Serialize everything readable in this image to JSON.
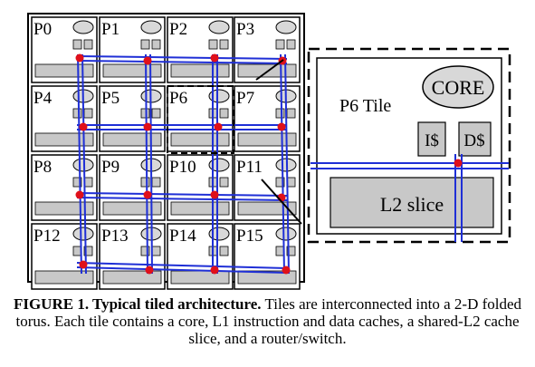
{
  "tiles": [
    "P0",
    "P1",
    "P2",
    "P3",
    "P4",
    "P5",
    "P6",
    "P7",
    "P8",
    "P9",
    "P10",
    "P11",
    "P12",
    "P13",
    "P14",
    "P15"
  ],
  "zoom": {
    "title": "P6 Tile",
    "core": "CORE",
    "icache": "I$",
    "dcache": "D$",
    "l2": "L2 slice"
  },
  "caption": {
    "bold": "FIGURE 1. Typical tiled architecture.",
    "text": " Tiles are interconnected into a 2-D folded torus. Each tile contains a core, L1 instruction and data caches, a shared-L2 cache slice, and a router/switch."
  },
  "colors": {
    "link": "#1f2fd6",
    "router": "#e0101a",
    "block": "#c8c8c8",
    "core_fill": "#d8d8d8"
  }
}
